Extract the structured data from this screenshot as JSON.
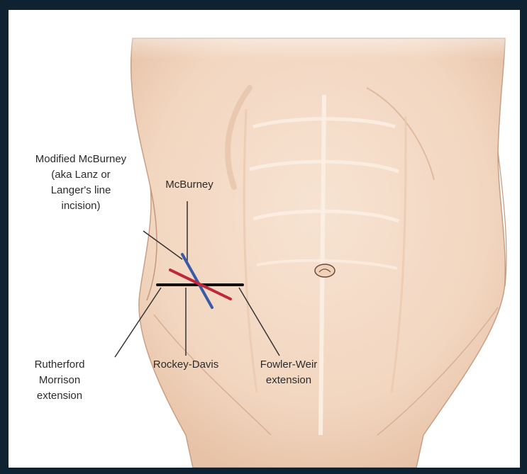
{
  "figure": {
    "labels": {
      "modified_mcburney": [
        "Modified McBurney",
        "(aka Lanz or",
        "Langer's line",
        "incision)"
      ],
      "mcburney": [
        "McBurney"
      ],
      "rutherford_morrison": [
        "Rutherford",
        "Morrison",
        "extension"
      ],
      "rockey_davis": [
        "Rockey-Davis"
      ],
      "fowler_weir": [
        "Fowler-Weir",
        "extension"
      ]
    },
    "colors": {
      "skin": "#f4dcc8",
      "skin_shadow": "#e6c2a6",
      "outline": "#b08a74",
      "incision_blue": "#3a5aa8",
      "incision_red": "#c0283a",
      "incision_black": "#111111",
      "leader": "#333333",
      "frame": "#0e2232"
    }
  }
}
